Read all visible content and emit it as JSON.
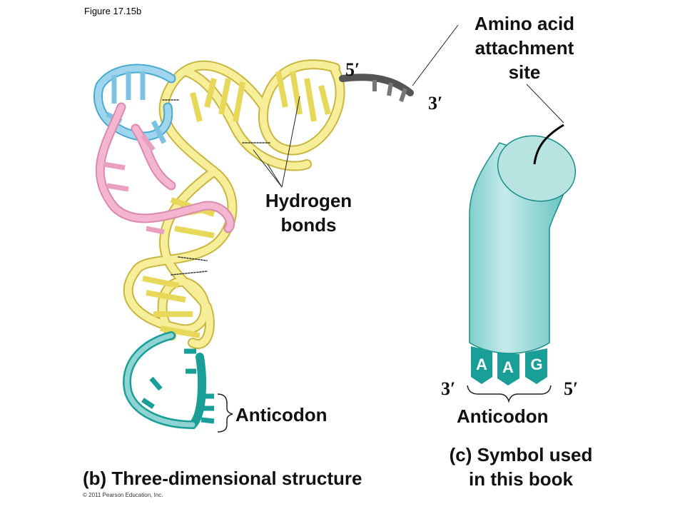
{
  "figure_label": "Figure 17.15b",
  "copyright": "© 2011 Pearson Education, Inc.",
  "panel_b": {
    "caption": "(b) Three-dimensional structure",
    "five_prime": "5′",
    "three_prime": "3′",
    "hydrogen_bonds_label": [
      "Hydrogen",
      "bonds"
    ],
    "anticodon_label": "Anticodon"
  },
  "panel_c": {
    "caption": [
      "(c) Symbol used",
      "in this book"
    ],
    "amino_acid_label": [
      "Amino acid",
      "attachment",
      "site"
    ],
    "three_prime": "3′",
    "five_prime": "5′",
    "anticodon_bases": [
      "A",
      "A",
      "G"
    ],
    "anticodon_label": "Anticodon"
  },
  "colors": {
    "yellow": "#f7ee9a",
    "blue": "#9fd6ee",
    "pink": "#f3b5cf",
    "teal": "#1a9e98",
    "gray": "#6f6f6f",
    "cylinder": "#8fd4d2"
  }
}
